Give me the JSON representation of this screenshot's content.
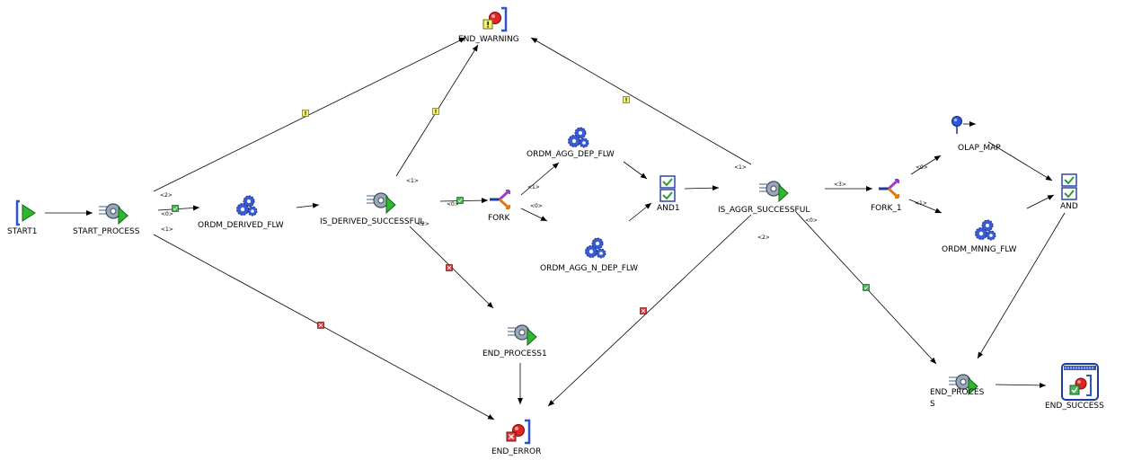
{
  "nodes": {
    "start1": "START1",
    "start_process": "START_PROCESS",
    "ordm_derived_flw": "ORDM_DERIVED_FLW",
    "is_derived_successful": "IS_DERIVED_SUCCESSFUL",
    "fork": "FORK",
    "ordm_agg_dep_flw": "ORDM_AGG_DEP_FLW",
    "ordm_agg_n_dep_flw": "ORDM_AGG_N_DEP_FLW",
    "and1": "AND1",
    "is_aggr_successful": "IS_AGGR_SUCCESSFUL",
    "fork_1": "FORK_1",
    "olap_map": "OLAP_MAP",
    "ordm_mnng_flw": "ORDM_MNNG_FLW",
    "and": "AND",
    "end_warning": "END_WARNING",
    "end_process1": "END_PROCESS1",
    "end_error": "END_ERROR",
    "end_process_line1": "END_PROCES",
    "end_process_line2": "S",
    "end_success": "END_SUCCESS"
  },
  "edge_labels": {
    "sp_warning": "<2>",
    "sp_derived": "<0>",
    "sp_error": "<1>",
    "isd_warning": "<1>",
    "isd_fork": "<0>",
    "isd_error": "<2>",
    "fork_dep": "<1>",
    "fork_ndep": "<0>",
    "isa_warning": "<1>",
    "isa_fork1": "<3>",
    "isa_end": "<0>",
    "isa_error": "<2>",
    "fork1_olap": "<0>",
    "fork1_mnng": "<1>"
  },
  "colors": {
    "warning_badge": "#f6f170",
    "error_badge": "#e03a3a",
    "success_badge": "#49b356",
    "start_arrow": "#2fb82f",
    "gear": "#3a5bd6"
  },
  "icons": {
    "start": "start-flag-icon",
    "process": "process-activity-icon",
    "subflow": "gears-icon",
    "fork": "fork-icon",
    "and": "and-join-icon",
    "end_warning": "end-warning-icon",
    "end_error": "end-error-icon",
    "end_success": "end-success-icon",
    "olap": "olap-map-icon"
  }
}
